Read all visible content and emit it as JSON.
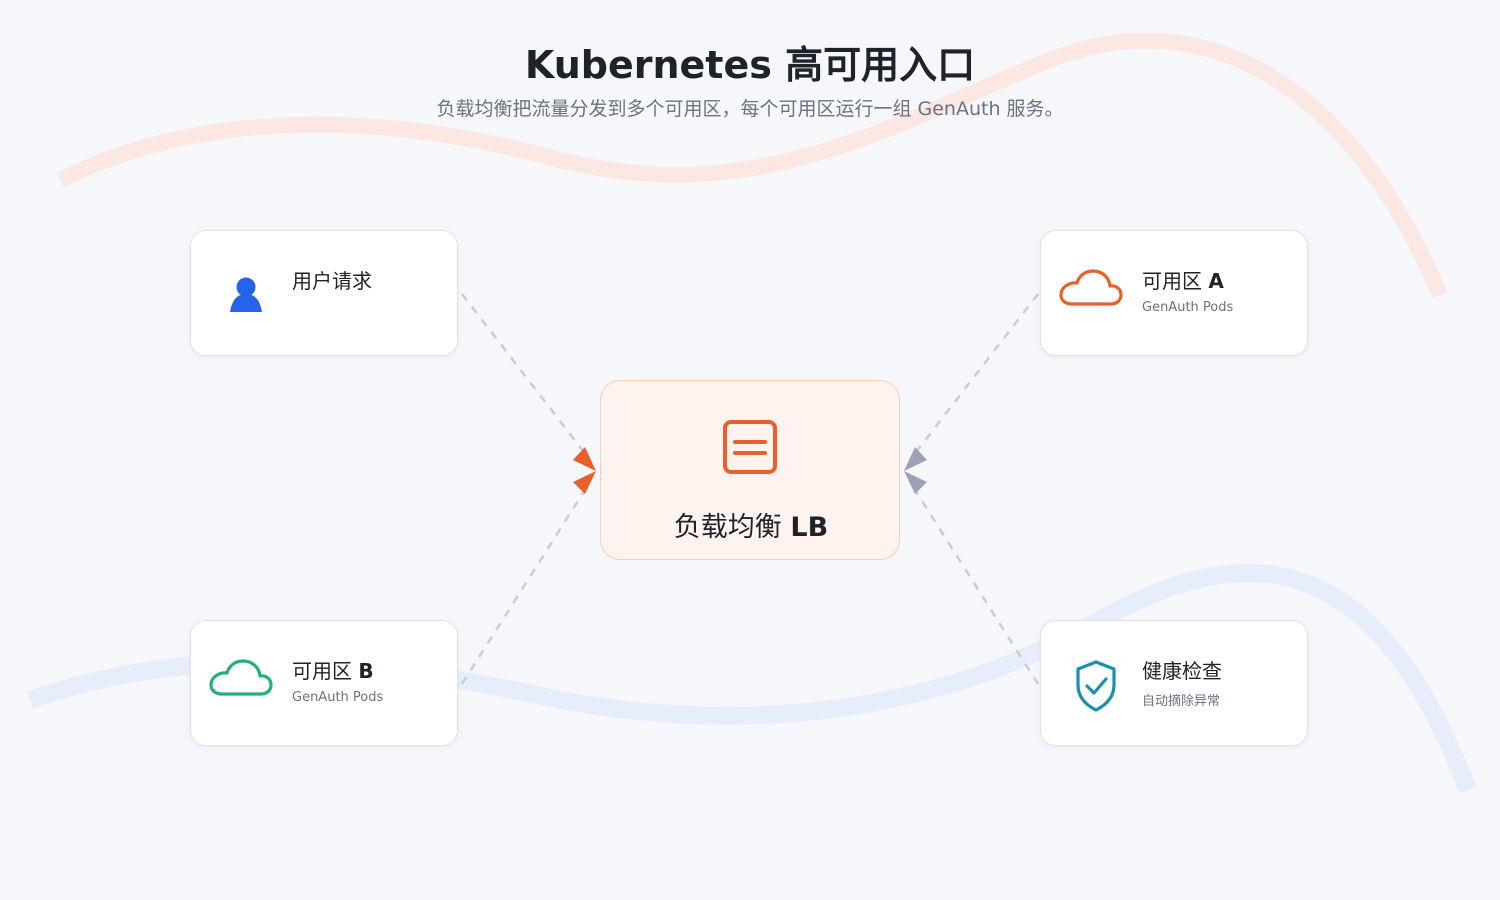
{
  "header": {
    "title": "Kubernetes 高可用入口",
    "subtitle": "负载均衡把流量分发到多个可用区，每个可用区运行一组 GenAuth 服务。"
  },
  "nodes": {
    "user": {
      "name": "用户请求",
      "icon": "user-icon"
    },
    "zone_a": {
      "name_prefix": "可用区",
      "name_letter": "A",
      "desc": "GenAuth Pods",
      "icon": "cloud-icon"
    },
    "zone_b": {
      "name_prefix": "可用区",
      "name_letter": "B",
      "desc": "GenAuth Pods",
      "icon": "cloud-icon"
    },
    "health": {
      "name": "健康检查",
      "desc": "自动摘除异常",
      "icon": "shield-check-icon"
    },
    "lb": {
      "name_prefix": "负载均衡",
      "name_suffix": "LB",
      "icon": "server-icon"
    }
  },
  "colors": {
    "user_icon": "#2563eb",
    "zone_a_icon": "#e8602c",
    "zone_b_icon": "#22b07d",
    "health_icon": "#1a8fae",
    "lb_icon": "#e8602c",
    "arrow_incoming": "#e8602c",
    "arrow_outgoing": "#9aa3b5",
    "connector": "#c7ccd6"
  }
}
